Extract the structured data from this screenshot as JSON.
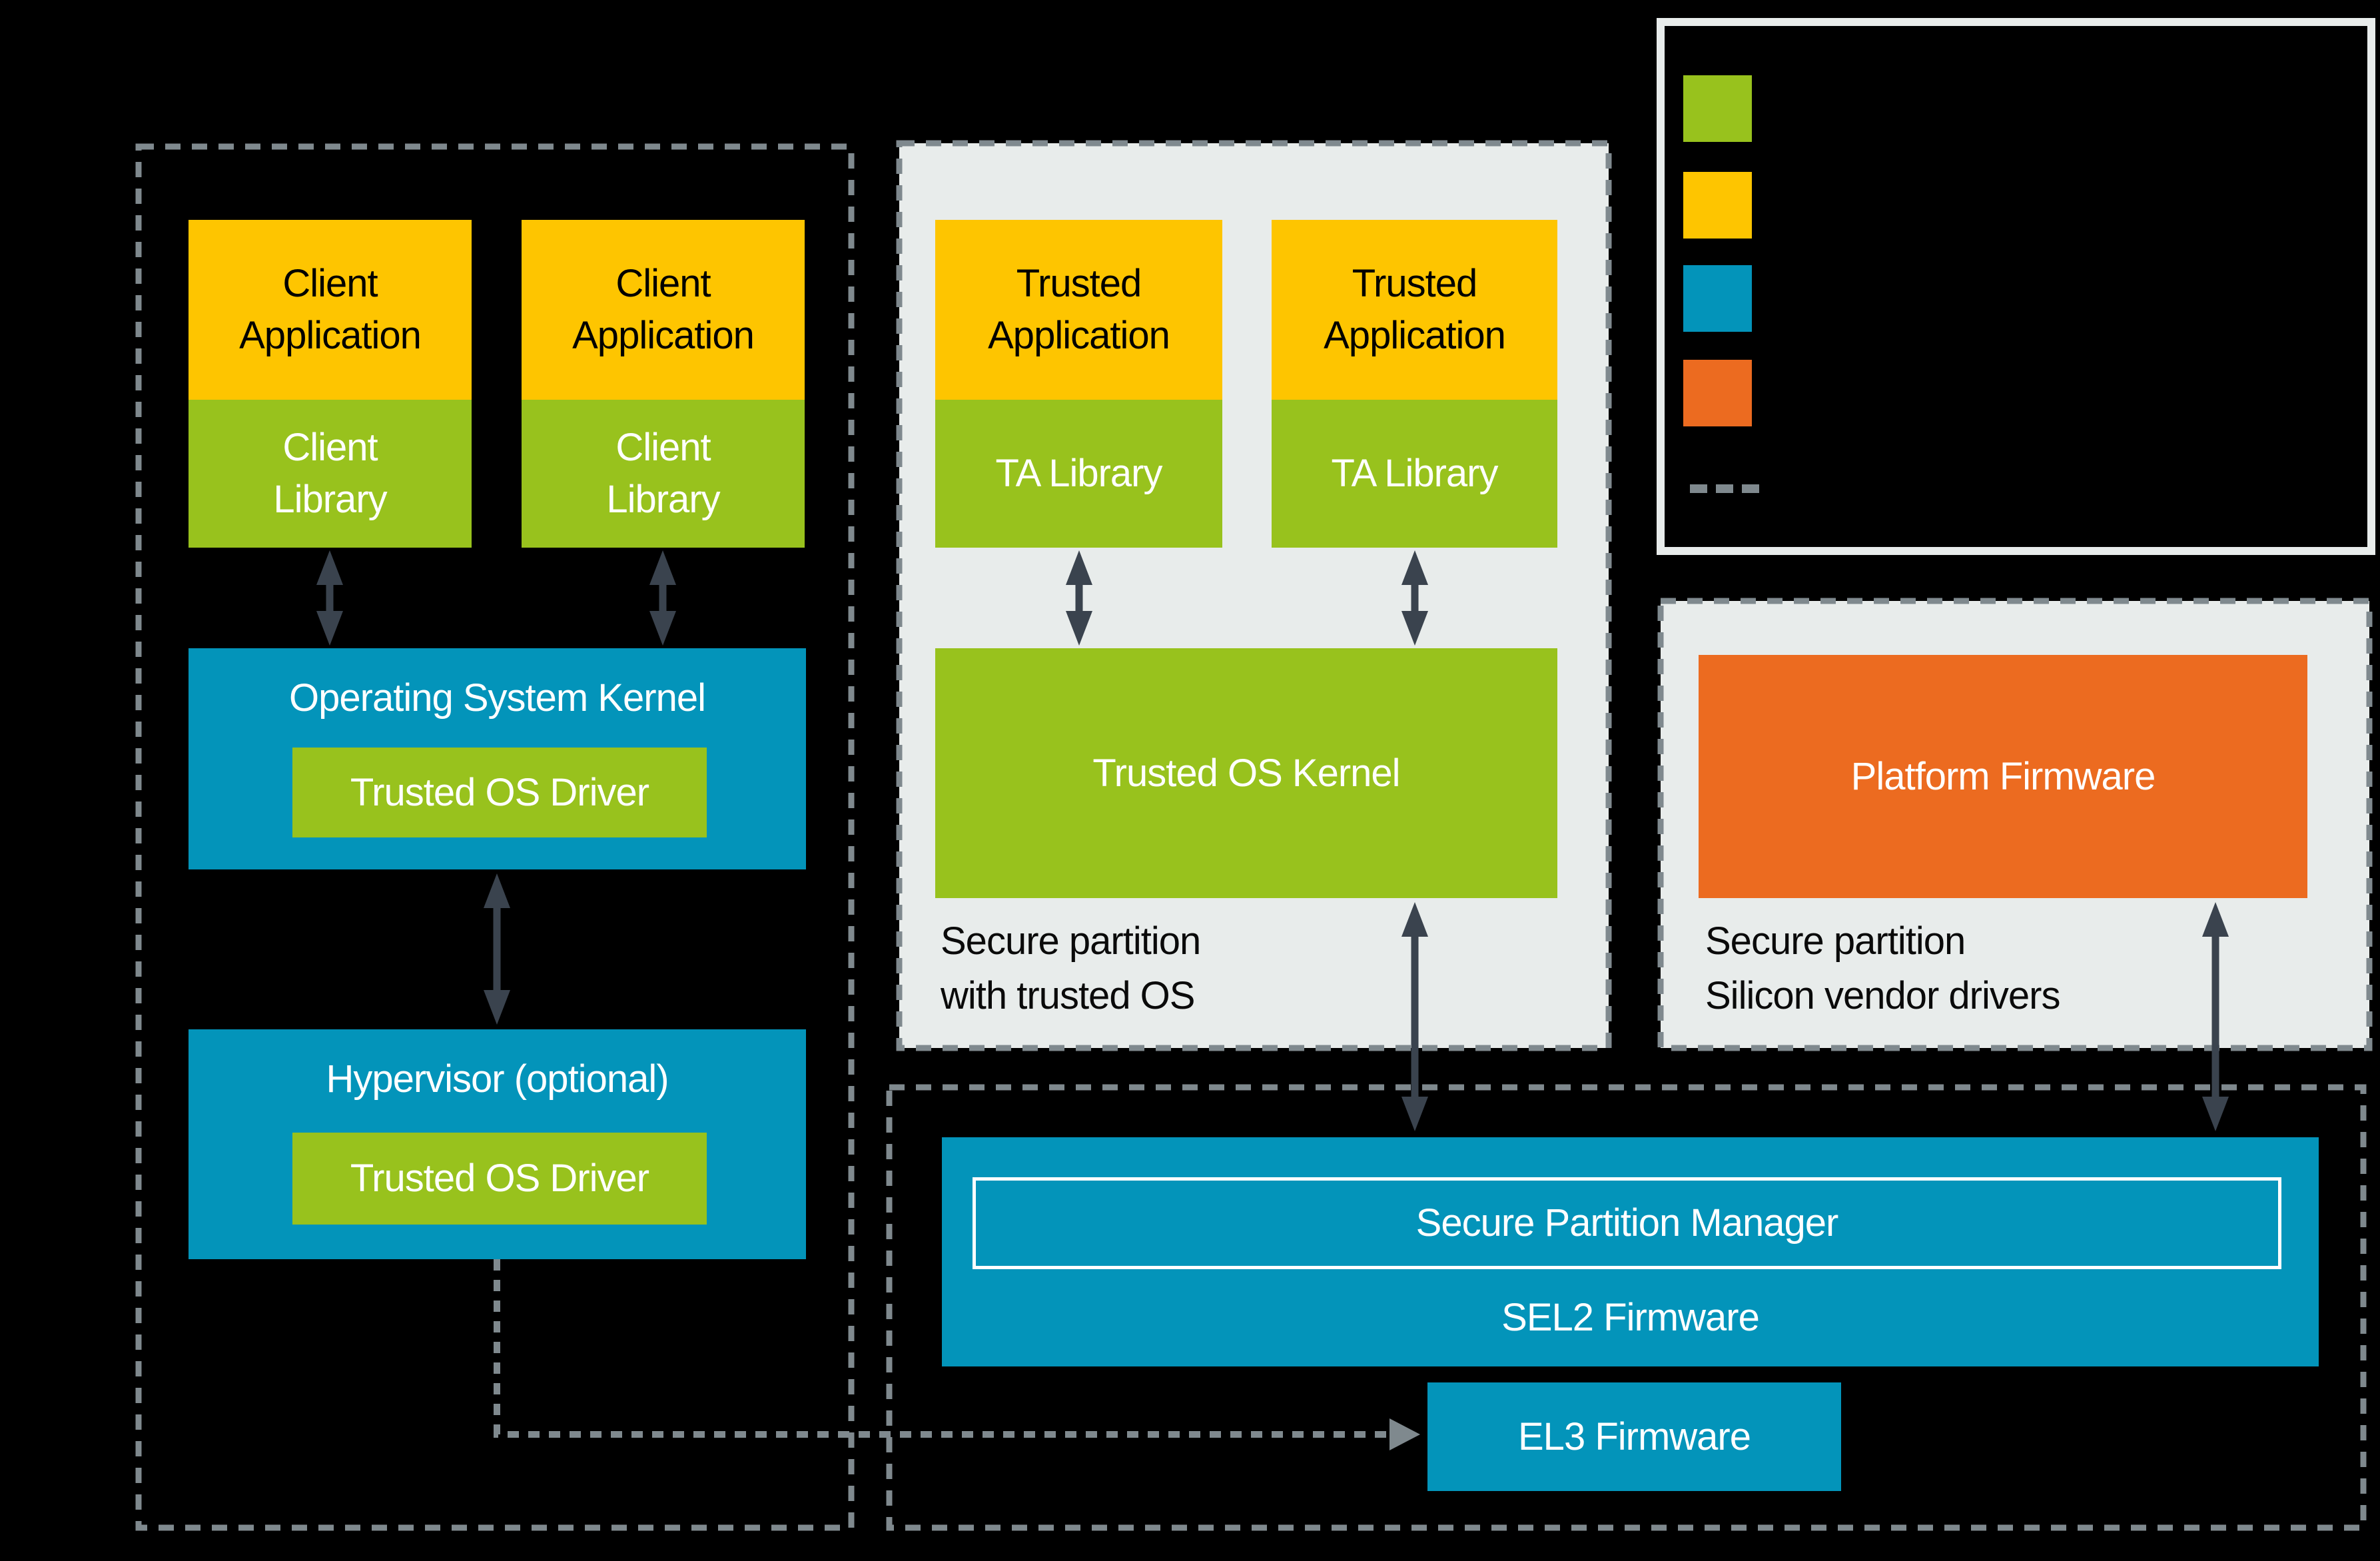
{
  "colors": {
    "yellow": "#fec500",
    "green": "#98c21d",
    "blue": "#0394ba",
    "orange": "#ec6b20",
    "panel_gray": "#e8eceb",
    "arrow_dark": "#3a434e",
    "dashed_gray": "#7f898e",
    "legend_border": "#e8eceb",
    "text_on_dark": "#ffffff",
    "text_dark": "#000000"
  },
  "normal_world_box": {
    "client_stacks": [
      {
        "app_line1": "Client",
        "app_line2": "Application",
        "lib_line1": "Client",
        "lib_line2": "Library"
      },
      {
        "app_line1": "Client",
        "app_line2": "Application",
        "lib_line1": "Client",
        "lib_line2": "Library"
      }
    ],
    "os_kernel_label": "Operating System Kernel",
    "os_kernel_driver": "Trusted OS Driver",
    "hypervisor_label": "Hypervisor (optional)",
    "hypervisor_driver": "Trusted OS Driver"
  },
  "trusted_os_partition": {
    "ta_stacks": [
      {
        "app_line1": "Trusted",
        "app_line2": "Application",
        "lib": "TA Library"
      },
      {
        "app_line1": "Trusted",
        "app_line2": "Application",
        "lib": "TA Library"
      }
    ],
    "kernel_label": "Trusted OS Kernel",
    "caption_line1": "Secure partition",
    "caption_line2": "with trusted OS"
  },
  "vendor_partition": {
    "firmware_label": "Platform Firmware",
    "caption_line1": "Secure partition",
    "caption_line2": "Silicon vendor drivers"
  },
  "firmware_box": {
    "spm_label": "Secure Partition Manager",
    "sel2_label": "SEL2 Firmware",
    "el3_label": "EL3 Firmware"
  },
  "legend": {
    "swatches": [
      {
        "name": "green-swatch",
        "color": "#98c21d"
      },
      {
        "name": "yellow-swatch",
        "color": "#fec500"
      },
      {
        "name": "blue-swatch",
        "color": "#0394ba"
      },
      {
        "name": "orange-swatch",
        "color": "#ec6b20"
      }
    ],
    "dashed_sample_color": "#7f898e"
  }
}
